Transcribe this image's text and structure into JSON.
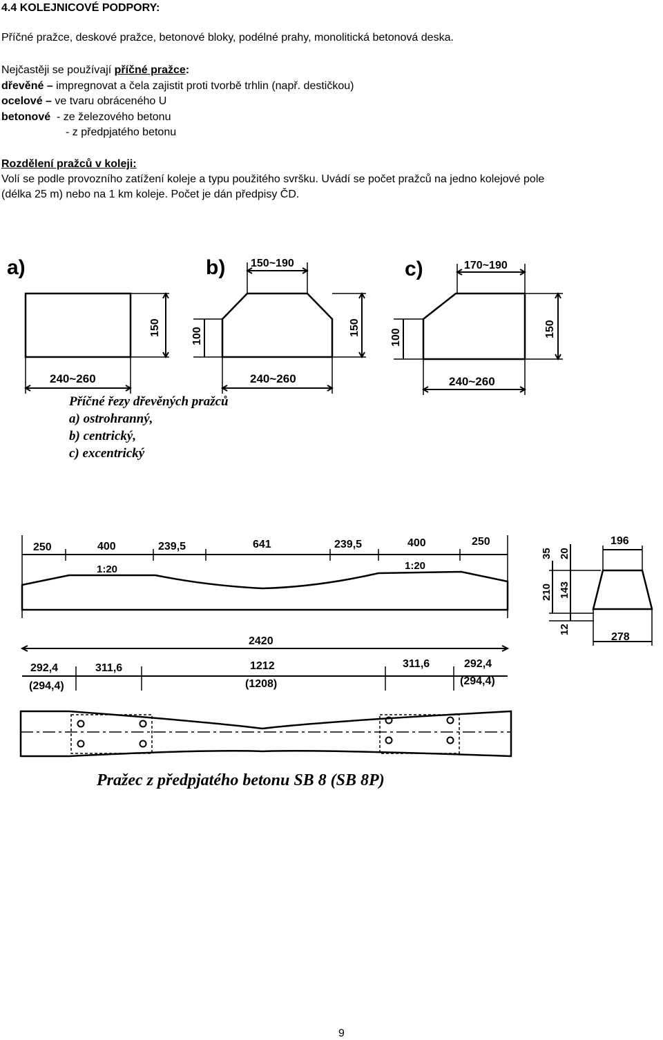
{
  "heading": "4.4 KOLEJNICOVÉ PODPORY:",
  "intro_line": "Příčné pražce, deskové pražce, betonové bloky, podélné prahy, monolitická betonová deska.",
  "most_used": {
    "prefix": "Nejčastěji se používají ",
    "highlight": "příčné pražce",
    "suffix": ":"
  },
  "types": [
    {
      "term": "dřevěné",
      "dash": " – ",
      "desc": "impregnovat a čela zajistit proti tvorbě trhlin (např. destičkou)"
    },
    {
      "term": "ocelové",
      "dash": " – ",
      "desc": "ve tvaru obráceného U"
    },
    {
      "term": "betonové",
      "dash": "  ",
      "desc": "- ze železového betonu"
    }
  ],
  "types_extra_line": "- z předpjatého betonu",
  "distribution": {
    "title": "Rozdělení pražců v koleji:",
    "line1": "Volí se podle provozního zatížení koleje a typu použitého svršku. Uvádí se počet pražců na jedno kolejové pole",
    "line2": "(délka 25 m) nebo na 1 km koleje. Počet je dán předpisy ČD."
  },
  "figure_wood": {
    "labels": {
      "a": "a)",
      "b": "b)",
      "c": "c)"
    },
    "dims": {
      "a_width": "240~260",
      "a_height": "150",
      "b_top": "150~190",
      "b_side": "100",
      "b_height": "150",
      "b_width": "240~260",
      "c_top": "170~190",
      "c_side": "100",
      "c_height": "150",
      "c_width": "240~260"
    },
    "caption": [
      "Příčné řezy dřevěných pražců",
      "a) ostrohranný,",
      "b) centrický,",
      "c) excentrický"
    ]
  },
  "figure_concrete": {
    "top_dims": [
      "250",
      "400",
      "239,5",
      "641",
      "239,5",
      "400",
      "250"
    ],
    "slope_left": "1:20",
    "slope_right": "1:20",
    "total": "2420",
    "section": {
      "top": "196",
      "bottom": "278",
      "h210": "210",
      "h143": "143",
      "h35": "35",
      "h20": "20",
      "h12": "12"
    },
    "bottom_dims": [
      "292,4",
      "311,6",
      "1212",
      "311,6",
      "292,4"
    ],
    "bottom_alt": [
      "(294,4)",
      "(1208)",
      "(294,4)"
    ],
    "caption": "Pražec z předpjatého betonu SB 8 (SB 8P)"
  },
  "page_number": "9"
}
